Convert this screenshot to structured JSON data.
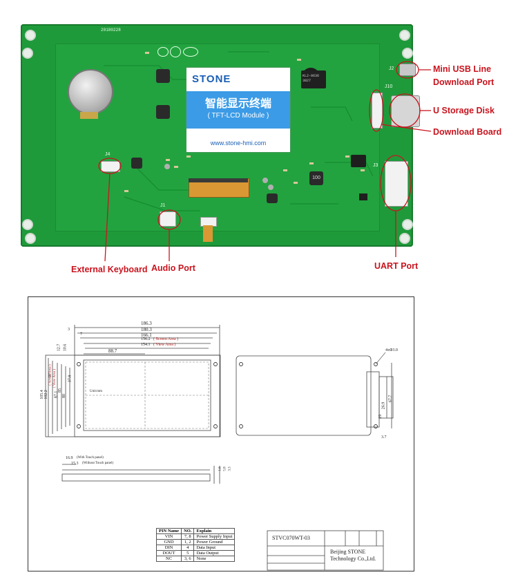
{
  "board": {
    "date_code": "20180228",
    "label_j2": "J2",
    "label_j10": "J10",
    "label_j3": "J3",
    "label_j1": "J1",
    "label_j4": "J4",
    "chip_text": "KL2-0636",
    "chip_sub": "3827",
    "inductor_100": "100"
  },
  "sticker": {
    "brand": "STONE",
    "chinese": "智能显示终端",
    "module": "( TFT-LCD Module )",
    "url": "www.stone-hmi.com"
  },
  "callouts": {
    "mini_usb": "Mini USB Line",
    "download_port": "Download Port",
    "u_storage": "U Storage Disk",
    "download_board": "Download Board",
    "external_keyboard": "External Keyboard",
    "audio_port": "Audio Port",
    "uart_port": "UART Port"
  },
  "drawing": {
    "dims_top": [
      "186.3",
      "180.3",
      "166.1",
      "156.2",
      "154.1",
      "88.7",
      "3",
      "7"
    ],
    "screen_area": "( Screen Area )",
    "view_area": "( View Area )",
    "dims_left": [
      "12.7",
      "10.6",
      "105.4",
      "102.2",
      "97",
      "87.1",
      "85",
      "80",
      "37.8"
    ],
    "left_area_labels": [
      "( Screen Area )",
      "( View Area )"
    ],
    "unit": "Unit:mm",
    "hole_note": "4xΦ3.0",
    "dims_side": [
      "67.7",
      "26.9",
      "19",
      "3.7"
    ],
    "thickness_touch": "16.9",
    "thickness_touch_label": "(With Touch panel)",
    "thickness_notouch": "15.3",
    "thickness_notouch_label": "(Without Touch panel)",
    "small_dims": [
      "1.6",
      "5.8",
      "3.3"
    ]
  },
  "pin_table": {
    "headers": [
      "PIN Name",
      "NO.",
      "Explain"
    ],
    "rows": [
      [
        "VIN",
        "7, 8",
        "Power Supply Input"
      ],
      [
        "GND",
        "1, 2",
        "Power Ground"
      ],
      [
        "DIN",
        "4",
        "Data Input"
      ],
      [
        "DOUT",
        "5",
        "Data Output"
      ],
      [
        "NC",
        "3, 6",
        "None"
      ]
    ]
  },
  "title_block": {
    "model": "STVC070WT-03",
    "company_line1": "Beijing STONE",
    "company_line2": "Technology Co.,Ltd."
  }
}
